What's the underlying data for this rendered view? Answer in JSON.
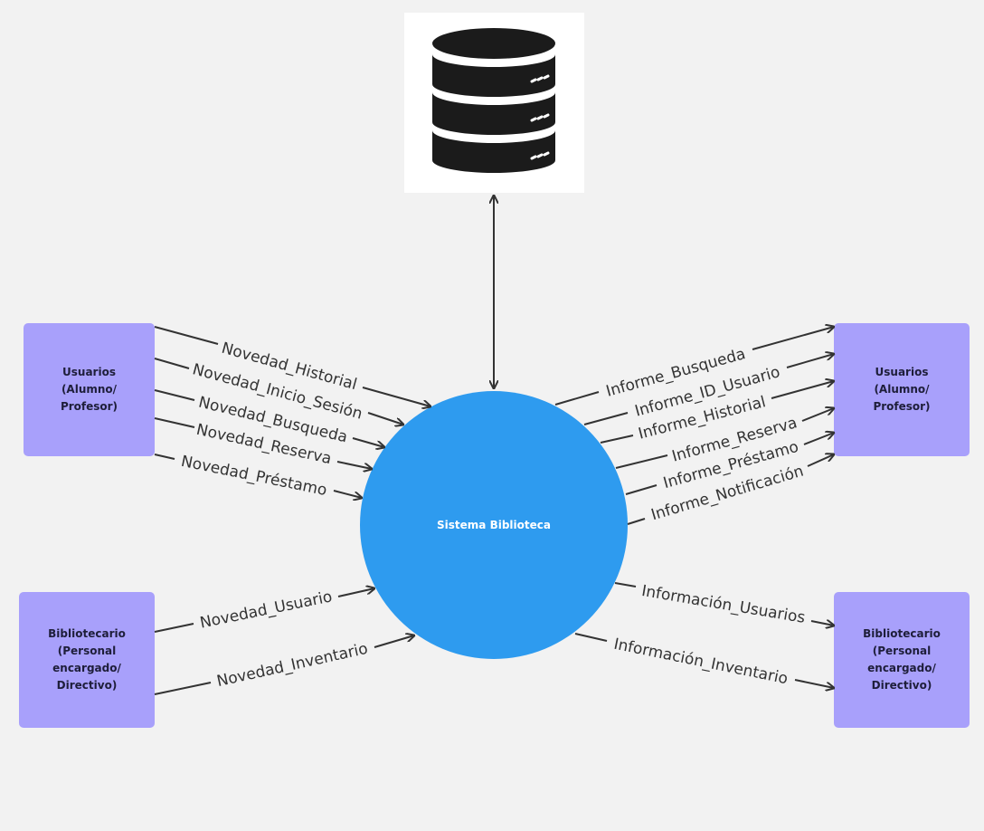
{
  "database": {
    "icon": "database-icon"
  },
  "core": {
    "label": "Sistema Biblioteca",
    "color": "#2e9bef"
  },
  "entities": {
    "usuarios_left": {
      "lines": [
        "Usuarios",
        "(Alumno/",
        "Profesor)"
      ]
    },
    "usuarios_right": {
      "lines": [
        "Usuarios",
        "(Alumno/",
        "Profesor)"
      ]
    },
    "bibliotecario_left": {
      "lines": [
        "Bibliotecario",
        "(Personal",
        "encargado/",
        "Directivo)"
      ]
    },
    "bibliotecario_right": {
      "lines": [
        "Bibliotecario",
        "(Personal",
        "encargado/",
        "Directivo)"
      ]
    },
    "color": "#a8a0fb"
  },
  "flows": {
    "novedad_historial": "Novedad_Historial",
    "novedad_inicio_sesion": "Novedad_Inicio_Sesión",
    "novedad_busqueda": "Novedad_Busqueda",
    "novedad_reserva": "Novedad_Reserva",
    "novedad_prestamo": "Novedad_Préstamo",
    "novedad_usuario": "Novedad_Usuario",
    "novedad_inventario": "Novedad_Inventario",
    "informe_busqueda": "Informe_Busqueda",
    "informe_id_usuario": "Informe_ID_Usuario",
    "informe_historial": "Informe_Historial",
    "informe_reserva": "Informe_Reserva",
    "informe_prestamo": "Informe_Préstamo",
    "informe_notificacion": "Informe_Notificación",
    "informacion_usuarios": "Información_Usuarios",
    "informacion_inventario": "Información_Inventario"
  }
}
